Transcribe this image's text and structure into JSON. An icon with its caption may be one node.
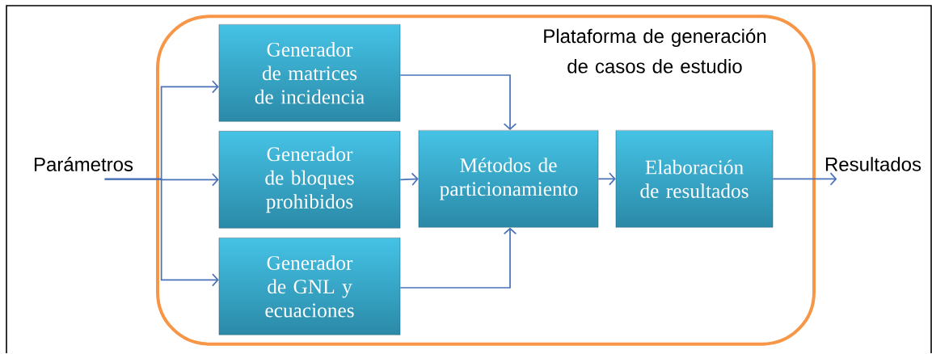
{
  "diagram": {
    "nodes": [
      {
        "text": [
          "Plataforma de generación de casos de estudio"
        ]
      },
      {
        "text": [
          "Parámetros"
        ]
      },
      {
        "text": [
          "Generador de matrices de incidencia"
        ],
        "in": 0
      },
      {
        "text": [
          "Generador de bloques prohibidos"
        ],
        "in": 0
      },
      {
        "text": [
          "Generador de GNL y ecuaciones"
        ],
        "in": 0
      },
      {
        "text": [
          "Métodos de particionamiento"
        ],
        "in": 0
      },
      {
        "text": [
          "Elaboración de resultados"
        ],
        "in": 0
      },
      {
        "text": [
          "Resultados"
        ]
      }
    ],
    "edges": [
      {
        "from": 1,
        "to": 2,
        "arrow": "to"
      },
      {
        "from": 1,
        "to": 3,
        "arrow": "to"
      },
      {
        "from": 1,
        "to": 4,
        "arrow": "to"
      },
      {
        "from": 2,
        "to": 5,
        "arrow": "to"
      },
      {
        "from": 3,
        "to": 5,
        "arrow": "to"
      },
      {
        "from": 4,
        "to": 5,
        "arrow": "to"
      },
      {
        "from": 5,
        "to": 6,
        "arrow": "to"
      },
      {
        "from": 6,
        "to": 7,
        "arrow": "to"
      }
    ]
  }
}
